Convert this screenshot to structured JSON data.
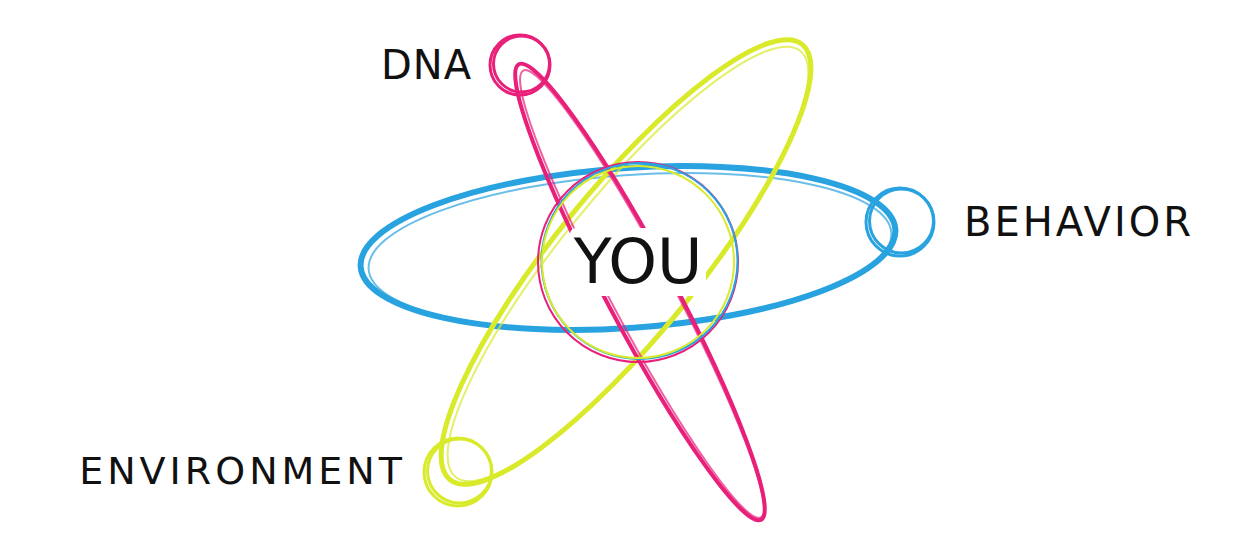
{
  "diagram": {
    "nodes": [
      {
        "text": [
          "DNA"
        ]
      },
      {
        "text": [
          "YOU"
        ]
      },
      {
        "text": [
          "BEHAVIOR"
        ]
      },
      {
        "text": [
          "ENVIRONMENT"
        ]
      }
    ]
  }
}
